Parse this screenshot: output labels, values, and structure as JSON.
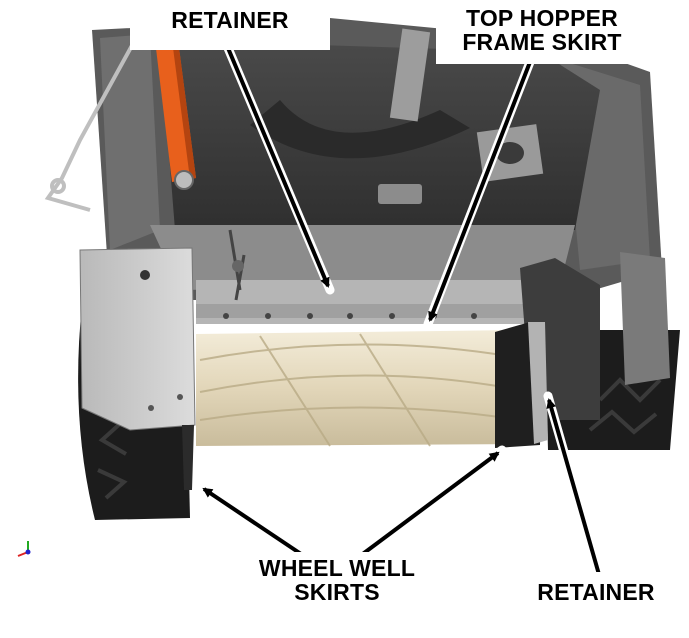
{
  "labels": {
    "retainer_top": "RETAINER",
    "top_hopper_line1": "TOP HOPPER",
    "top_hopper_line2": "FRAME SKIRT",
    "wheel_well_line1": "WHEEL WELL",
    "wheel_well_line2": "SKIRTS",
    "retainer_bottom": "RETAINER"
  },
  "colors": {
    "frame_dark": "#4a4a4a",
    "frame_mid": "#6d6d6d",
    "panel_light": "#c9c9c9",
    "hopper_interior": "#3a3a3a",
    "brush": "#e6dcc4",
    "hose": "#e8601c",
    "tire": "#1c1c1c"
  },
  "icons": {
    "axis_triad": "xyz-axis-triad-icon"
  }
}
